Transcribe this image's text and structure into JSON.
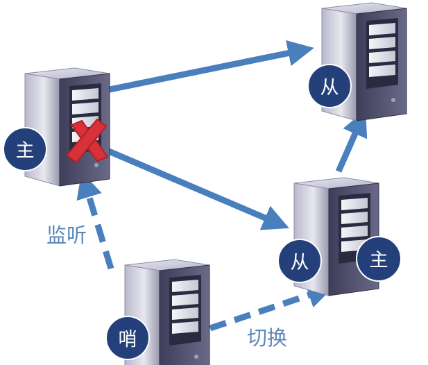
{
  "nodes": {
    "master": {
      "badge": "主"
    },
    "slave_top": {
      "badge": "从"
    },
    "slave_promoted": {
      "badge_left": "从",
      "badge_right": "主"
    },
    "sentinel": {
      "badge": "哨"
    }
  },
  "edges": {
    "monitor_label": "监听",
    "switch_label": "切换"
  },
  "colors": {
    "arrow": "#4a7fbd",
    "badge_fill": "#24407a",
    "badge_text": "#ffffff",
    "edge_label": "#5b86b8",
    "failure_mark": "#d8313a"
  }
}
